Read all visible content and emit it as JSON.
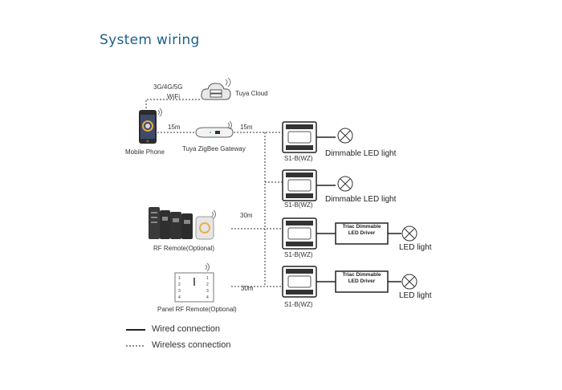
{
  "title": "System wiring",
  "labels": {
    "network": "3G/4G/5G",
    "wifi": "WiFi",
    "cloud": "Tuya Cloud",
    "phone": "Mobile Phone",
    "gateway": "Tuya ZigBee Gateway",
    "rf_remote": "RF Remote(Optional)",
    "panel_remote": "Panel RF Remote(Optional)"
  },
  "distances": {
    "phone_to_gateway": "15m",
    "gateway_to_controller": "15m",
    "rf_remote": "30m",
    "panel_remote": "30m"
  },
  "controllers": [
    {
      "model": "S1-B(WZ)",
      "load": "Dimmable LED light",
      "driver": ""
    },
    {
      "model": "S1-B(WZ)",
      "load": "Dimmable LED light",
      "driver": ""
    },
    {
      "model": "S1-B(WZ)",
      "load": "LED light",
      "driver_line1": "Triac Dimmable",
      "driver_line2": "LED Driver"
    },
    {
      "model": "S1-B(WZ)",
      "load": "LED light",
      "driver_line1": "Triac Dimmable",
      "driver_line2": "LED Driver"
    }
  ],
  "panel_keys": [
    "1",
    "1",
    "2",
    "2",
    "3",
    "3",
    "4",
    "4"
  ],
  "legend": {
    "wired": "Wired connection",
    "wireless": "Wireless connection"
  }
}
